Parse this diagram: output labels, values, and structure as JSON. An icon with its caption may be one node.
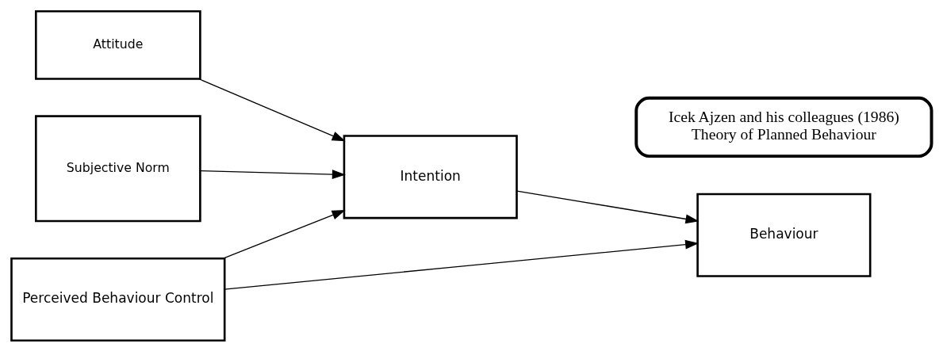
{
  "diagram": {
    "nodes": [
      {
        "text": [
          "Attitude"
        ]
      },
      {
        "text": [
          "Subjective Norm"
        ]
      },
      {
        "text": [
          "Intention"
        ]
      },
      {
        "text": [
          "Behaviour"
        ]
      },
      {
        "text": [
          "Perceived Behaviour Control"
        ]
      },
      {
        "text": [
          "Icek Ajzen and his colleagues (1986)",
          "Theory of Planned Behaviour"
        ]
      }
    ],
    "edges": [
      {
        "from": 0,
        "to": 2,
        "arrow": "to"
      },
      {
        "from": 1,
        "to": 2,
        "arrow": "to"
      },
      {
        "from": 2,
        "to": 3,
        "arrow": "to"
      },
      {
        "from": 4,
        "to": 2,
        "arrow": "to"
      },
      {
        "from": 4,
        "to": 3,
        "arrow": "to"
      }
    ]
  }
}
